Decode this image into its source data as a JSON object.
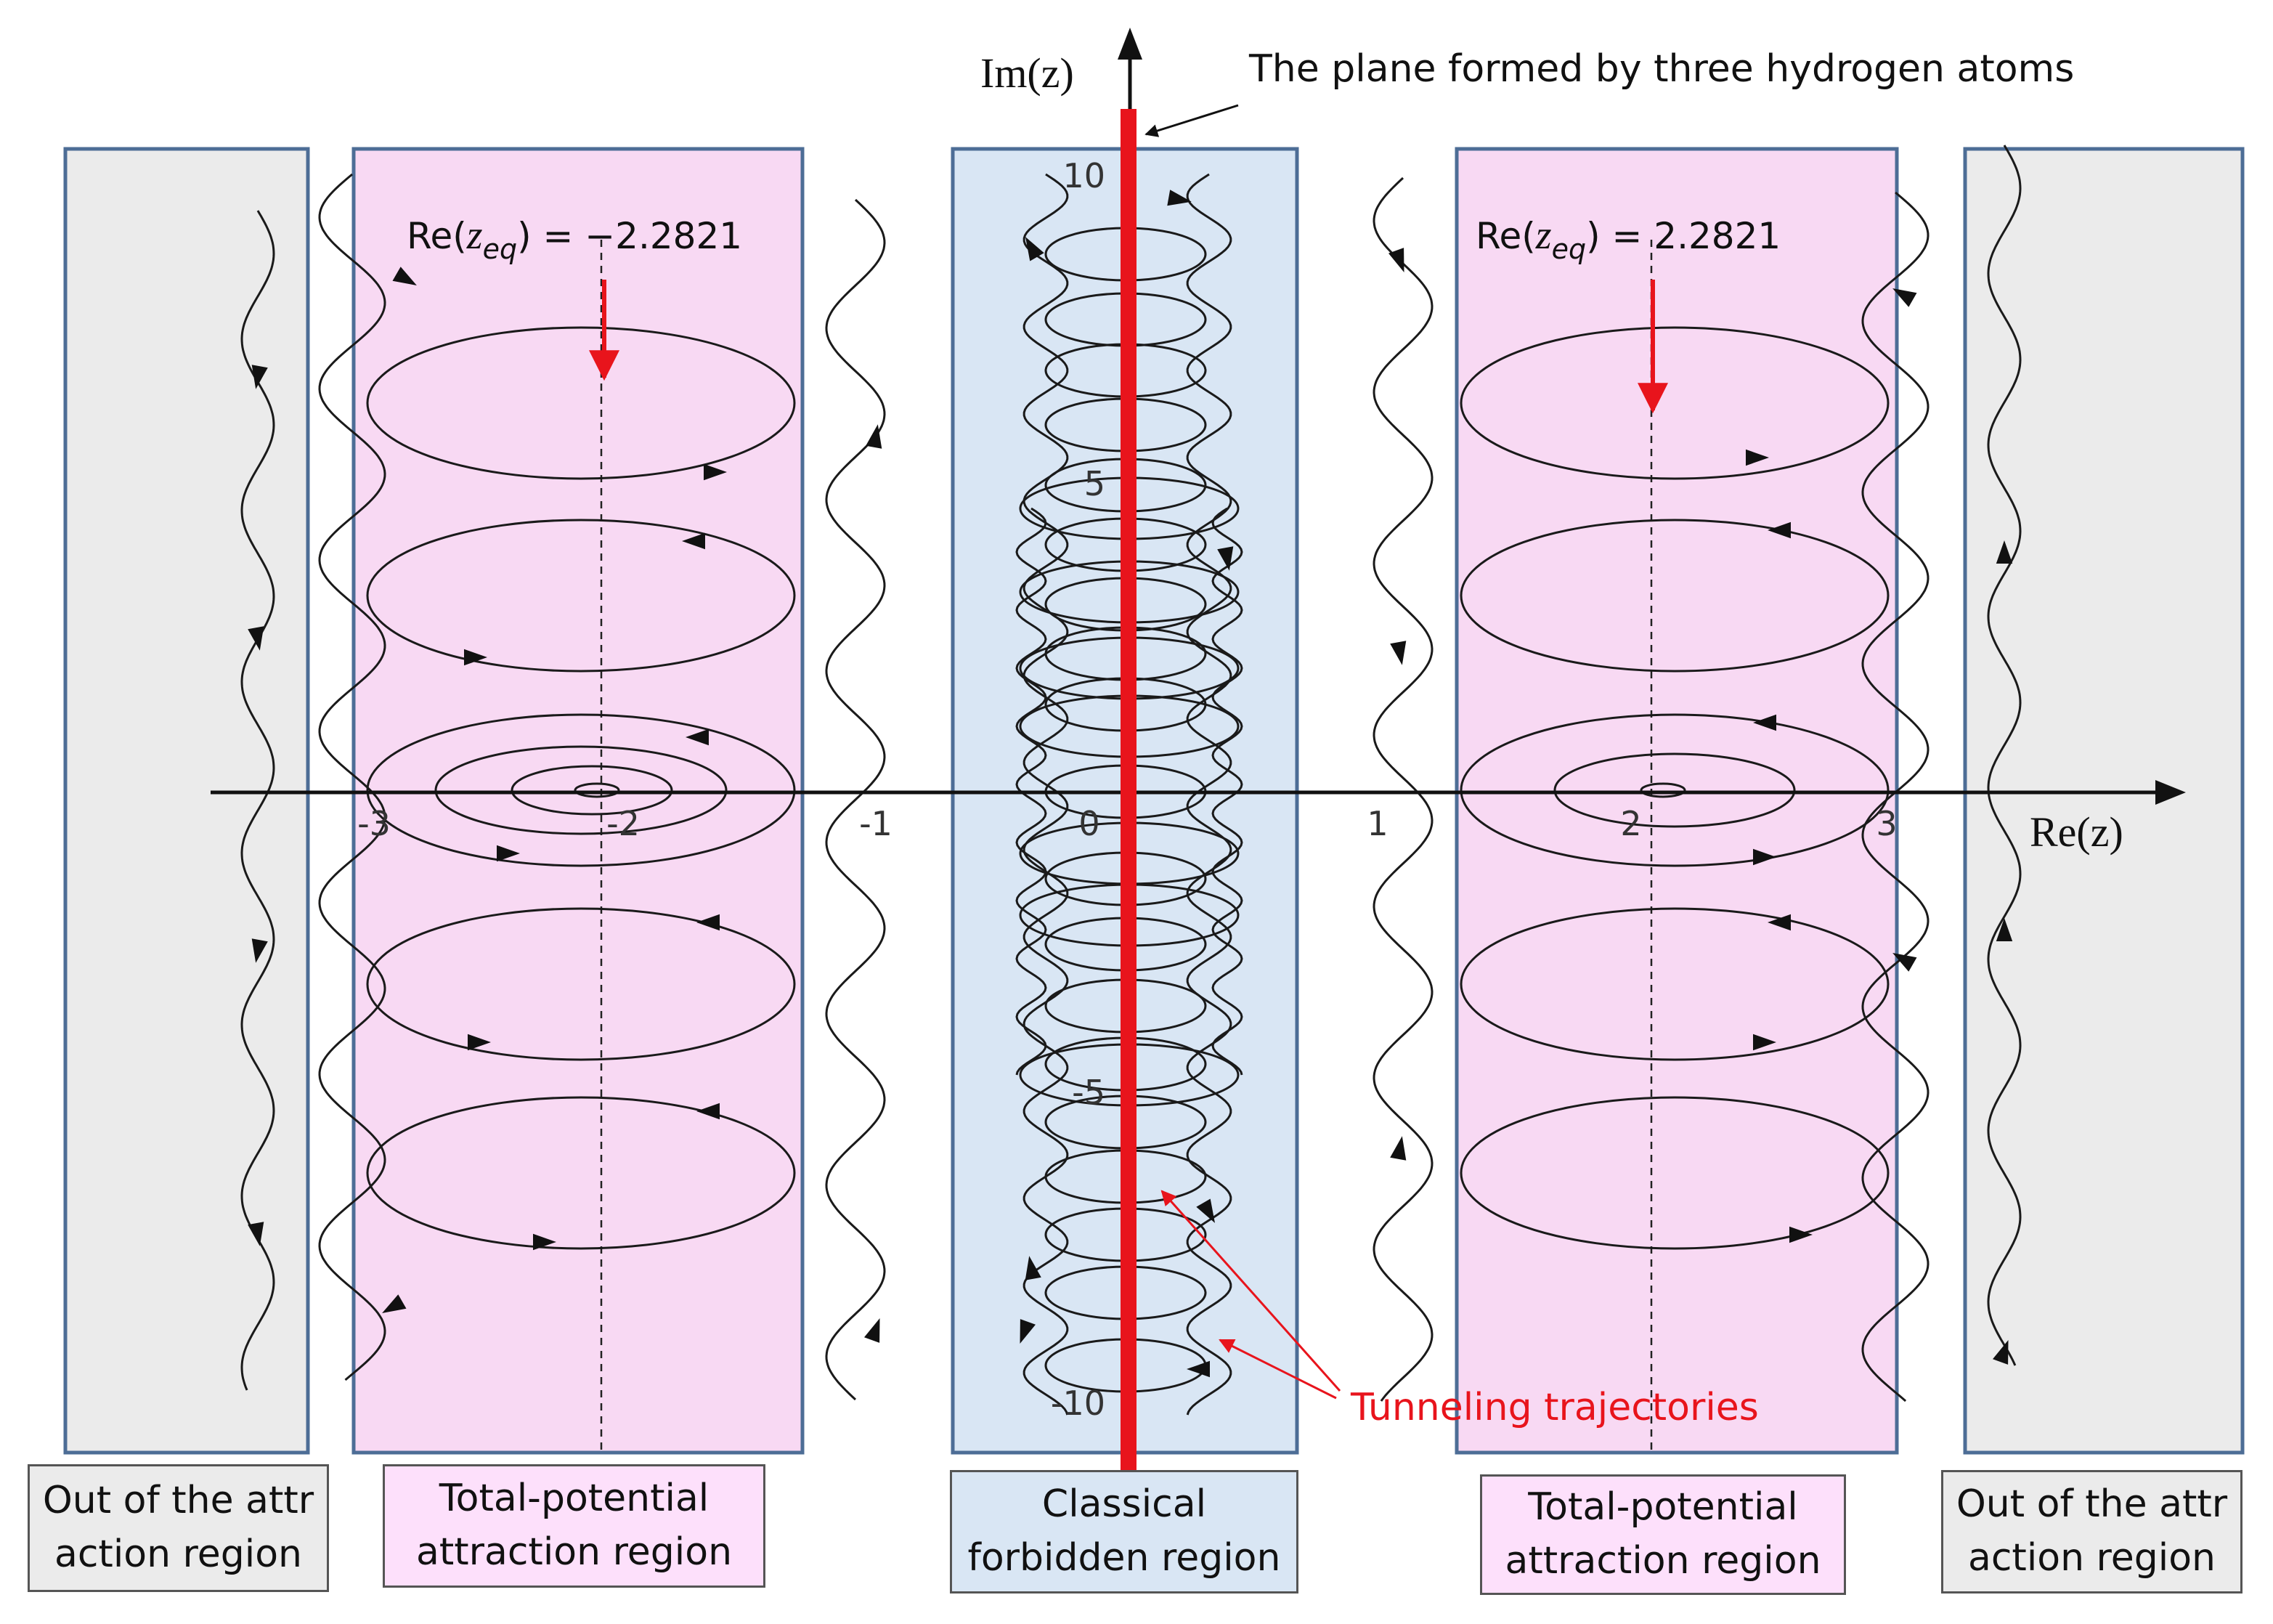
{
  "axes": {
    "x_label": "Re(z)",
    "y_label": "Im(z)",
    "x_ticks": [
      "-3",
      "-2",
      "-1",
      "0",
      "1",
      "2",
      "3"
    ],
    "y_ticks": [
      "10",
      "5",
      "-5",
      "-10"
    ]
  },
  "annotations": {
    "plane": "The plane formed by three hydrogen atoms",
    "tunneling": "Tunneling trajectories",
    "zeq_left": {
      "prefix": "Re(",
      "var": "z",
      "sub": "eq",
      "suffix": ") = −2.2821"
    },
    "zeq_right": {
      "prefix": "Re(",
      "var": "z",
      "sub": "eq",
      "suffix": ") = 2.2821"
    }
  },
  "regions": {
    "out_left": "Out of the attr\naction region",
    "attraction_left": "Total-potential\nattraction region",
    "forbidden": "Classical\nforbidden region",
    "attraction_right": "Total-potential\nattraction region",
    "out_right": "Out of the attr\naction region"
  },
  "colors": {
    "out_region": "#ebebeb",
    "attraction_region": "#f8d9f3",
    "forbidden_region": "#d9e6f4",
    "frame": "#4d6d96",
    "plane_line": "#e8141c",
    "curve": "#1a1a1a"
  }
}
